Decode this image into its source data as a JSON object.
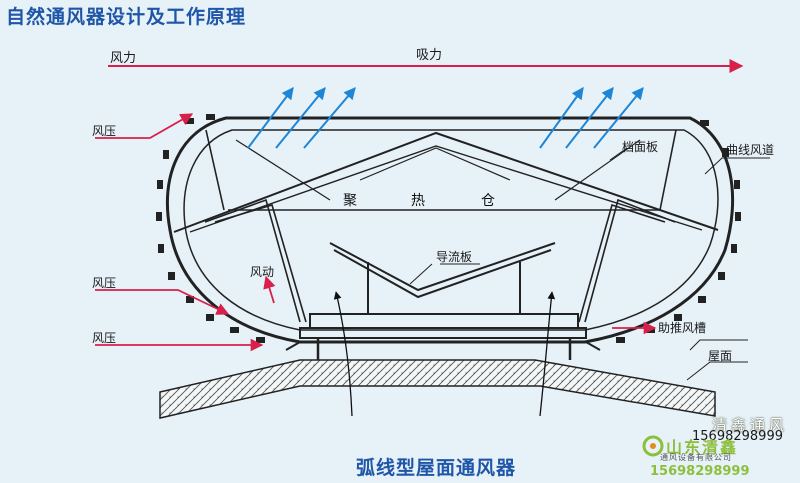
{
  "titles": {
    "top": "自然通风器设计及工作原理",
    "bottom": "弧线型屋面通风器"
  },
  "labels": {
    "wind_force": "风力",
    "suction": "吸力",
    "wind_pressure_1": "风压",
    "wind_pressure_2": "风压",
    "wind_pressure_3": "风压",
    "baffle": "档面板",
    "curved_duct": "曲线风道",
    "heat_chamber": [
      "聚",
      "热",
      "仓"
    ],
    "deflector": "导流板",
    "wind_motion": "风动",
    "assist_slot": "助推风槽",
    "roof": "屋面"
  },
  "watermark": {
    "name": "清鑫通风",
    "phone_top": "15698298999",
    "brand": "山东清鑫",
    "subtitle": "通风设备有限公司",
    "phone_bottom": "15698298999"
  },
  "colors": {
    "background": "#e6f1f8",
    "title": "#1f56a8",
    "arrow_red": "#d8204a",
    "arrow_blue": "#1e86d6",
    "structure": "#222222",
    "brand_green": "#8dbf3d"
  }
}
